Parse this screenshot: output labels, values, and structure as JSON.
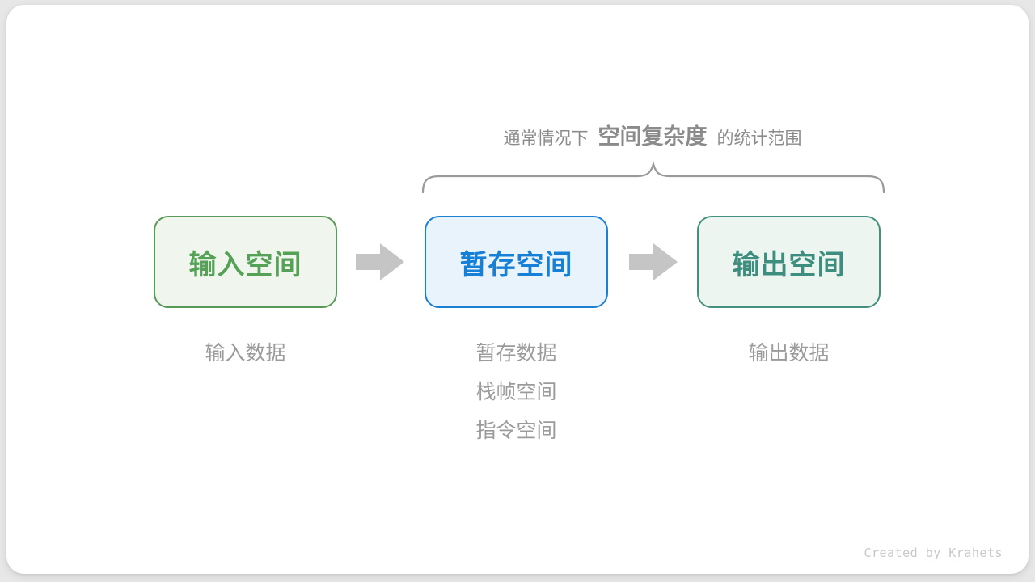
{
  "annotation": {
    "prefix": "通常情况下",
    "emphasis": "空间复杂度",
    "suffix": "的统计范围"
  },
  "boxes": [
    {
      "label": "输入空间",
      "border_color": "#579a57",
      "fill_color": "#f0f6ee",
      "text_color": "#55a257"
    },
    {
      "label": "暂存空间",
      "border_color": "#1b7fd2",
      "fill_color": "#e9f3fb",
      "text_color": "#1580d6"
    },
    {
      "label": "输出空间",
      "border_color": "#44907e",
      "fill_color": "#edf5f1",
      "text_color": "#3d8e7e"
    }
  ],
  "captions": [
    {
      "lines": [
        "输入数据"
      ]
    },
    {
      "lines": [
        "暂存数据",
        "栈帧空间",
        "指令空间"
      ]
    },
    {
      "lines": [
        "输出数据"
      ]
    }
  ],
  "footer": {
    "credit": "Created by Krahets"
  },
  "colors": {
    "arrow": "#c5c5c5",
    "brace": "#9a9a9a",
    "annotation_text": "#8b8b8b",
    "caption_text": "#9b9b9b",
    "credit_text": "#c8c8c8",
    "page_background": "#e7e7e7",
    "card_background": "#ffffff"
  }
}
